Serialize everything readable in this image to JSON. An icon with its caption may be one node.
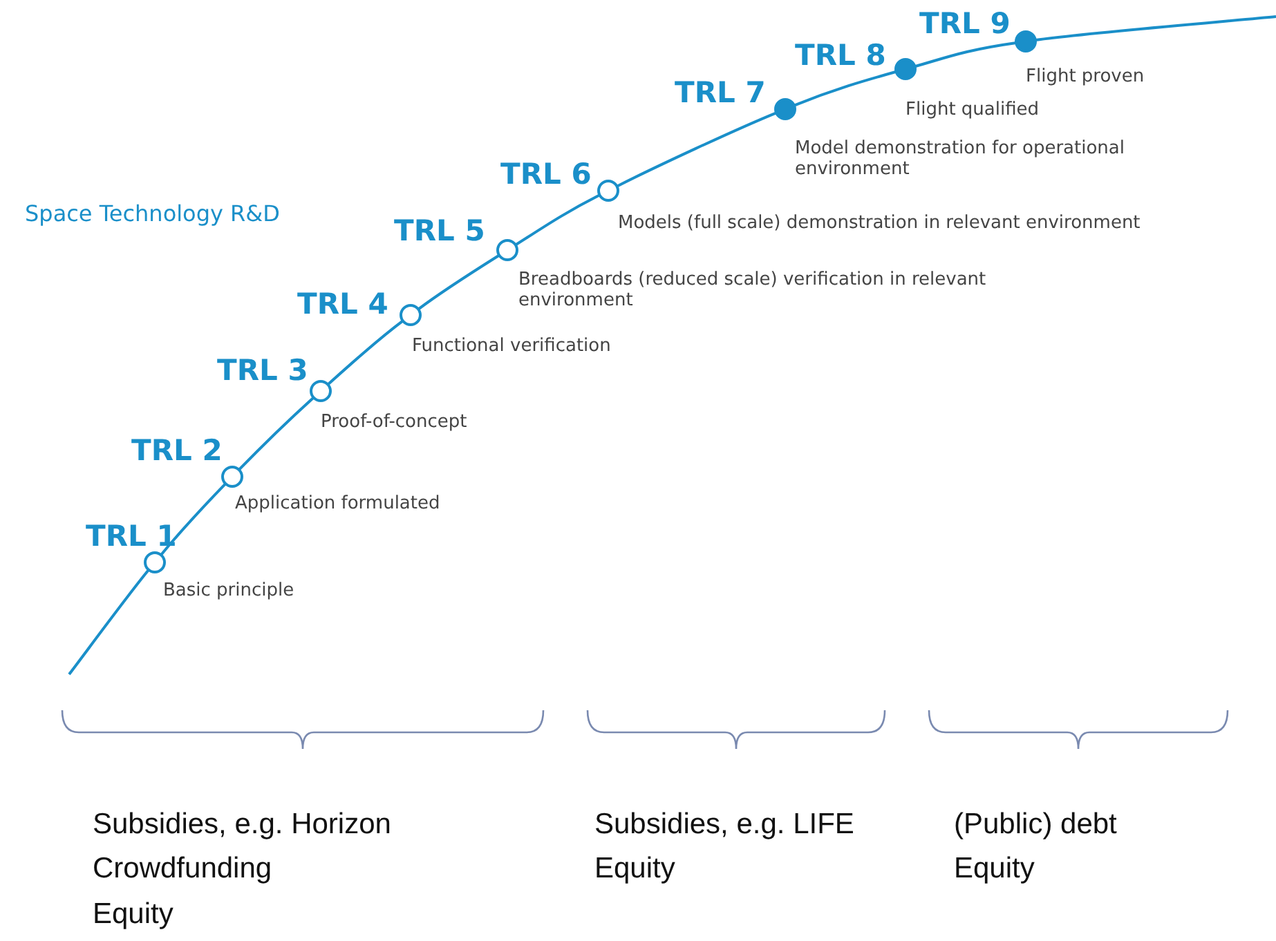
{
  "diagram": {
    "nodes": [
      {
        "text": [],
        "shape": "circle",
        "beside": [
          "TRL 1",
          "Basic principle"
        ]
      },
      {
        "text": [],
        "shape": "circle",
        "beside": [
          "TRL 2",
          "Application formulated"
        ]
      },
      {
        "text": [],
        "shape": "circle",
        "beside": [
          "TRL 3",
          "Proof-of-concept"
        ]
      },
      {
        "text": [],
        "shape": "circle",
        "beside": [
          "TRL 4",
          "Functional verification"
        ]
      },
      {
        "text": [],
        "shape": "circle",
        "beside": [
          "TRL 5",
          "Breadboards (reduced scale) verification in relevant environment"
        ]
      },
      {
        "text": [],
        "shape": "circle",
        "beside": [
          "TRL 6",
          "Models (full scale) demonstration in relevant environment"
        ]
      },
      {
        "text": [],
        "shape": "circle",
        "beside": [
          "TRL 7",
          "Model demonstration for operational environment"
        ]
      },
      {
        "text": [],
        "shape": "circle",
        "beside": [
          "TRL 8",
          "Flight qualified"
        ]
      },
      {
        "text": [],
        "shape": "circle",
        "beside": [
          "TRL 9",
          "Flight proven"
        ]
      }
    ],
    "edges": [
      {
        "from": 0,
        "to": 1,
        "arrow": "none"
      },
      {
        "from": 1,
        "to": 2,
        "arrow": "none"
      },
      {
        "from": 2,
        "to": 3,
        "arrow": "none"
      },
      {
        "from": 3,
        "to": 4,
        "arrow": "none"
      },
      {
        "from": 4,
        "to": 5,
        "arrow": "none"
      },
      {
        "from": 5,
        "to": 6,
        "arrow": "none"
      },
      {
        "from": 6,
        "to": 7,
        "arrow": "none"
      },
      {
        "from": 7,
        "to": 8,
        "arrow": "none"
      }
    ],
    "labels": [
      "Space Technology R&D",
      "Subsidies, e.g. Horizon",
      "Crowdfunding",
      "Equity",
      "Subsidies, e.g. LIFE",
      "Equity",
      "(Public) debt",
      "Equity"
    ]
  }
}
